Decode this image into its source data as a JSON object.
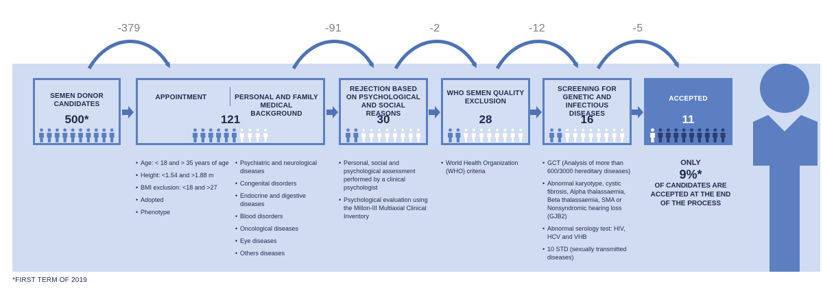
{
  "diagram": {
    "deltas": [
      "-379",
      "-91",
      "-2",
      "-12",
      "-5"
    ],
    "stages": [
      {
        "id": "candidates",
        "title": "SEMEN DONOR CANDIDATES",
        "count": "500*",
        "filled": 10,
        "total": 10
      },
      {
        "id": "appointment",
        "title": "APPOINTMENT",
        "title2": "PERSONAL AND FAMILY MEDICAL BACKGROUND",
        "count": "121",
        "filled": 6,
        "total": 10
      },
      {
        "id": "psych",
        "title": "REJECTION BASED ON PSYCHOLOGICAL AND SOCIAL REASONS",
        "count": "30",
        "filled": 2,
        "total": 10
      },
      {
        "id": "who",
        "title": "WHO SEMEN QUALITY EXCLUSION",
        "count": "28",
        "filled": 2,
        "total": 10
      },
      {
        "id": "screening",
        "title": "SCREENING FOR GENETIC AND INFECTIOUS DISEASES",
        "count": "16",
        "filled": 2,
        "total": 10
      },
      {
        "id": "accepted",
        "title": "ACCEPTED",
        "count": "11",
        "filled": 1,
        "total": 10
      }
    ],
    "appointment_bullets": [
      "Age: < 18 and > 35 years of age",
      "Height: <1.54 and >1.88 m",
      "BMI exclusion: <18 and >27",
      "Adopted",
      "Phenotype"
    ],
    "medical_bullets": [
      "Psychiatric and neurological diseases",
      "Congenital disorders",
      "Endocrine and digestive diseases",
      "Blood disorders",
      "Oncological diseases",
      "Eye diseases",
      "Others diseases"
    ],
    "psych_bullets": [
      "Personal, social and psychological assessment performed by a clinical psychologist",
      "Psychological evaluation using the Millon-III Multiaxial Clinical Inventory"
    ],
    "who_bullets": [
      "World Health Organization (WHO) criteria"
    ],
    "screening_bullets": [
      "GCT (Analysis of more than 600/3000 hereditary diseases)",
      "Abnormal karyotype, cystic fibrosis, Alpha thalassaemia, Beta thalassaemia, SMA or Nonsyndromic hearing loss (GJB2)",
      "Abnormal serology test: HIV, HCV and VHB",
      "10 STD (sexually transmitted diseases)"
    ],
    "summary": {
      "only": "ONLY",
      "percent": "9%*",
      "tail": "OF CANDIDATES ARE ACCEPTED AT THE END OF THE PROCESS"
    },
    "footnote": "*FIRST TERM OF 2019"
  },
  "colors": {
    "band": "#cfdcf2",
    "box_border": "#5b7fc1",
    "figure_filled": "#5b7fc1",
    "figure_empty": "#ffffff",
    "figure_dark": "#2c3e72",
    "text": "#1e2a4a",
    "delta_text": "#7a7f87"
  }
}
